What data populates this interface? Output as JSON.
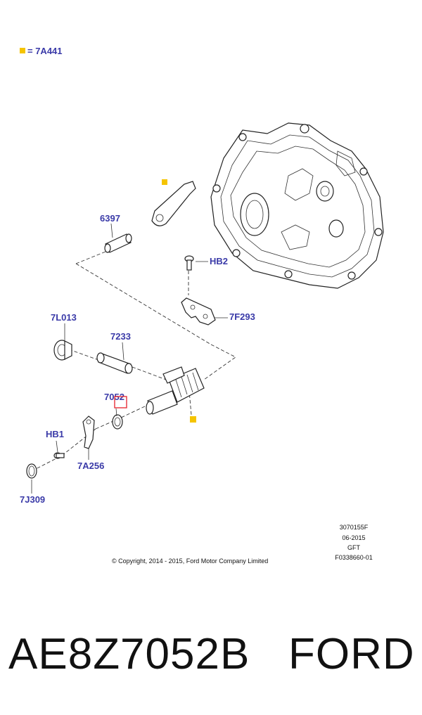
{
  "legend": {
    "marker_color": "#f5c400",
    "text": "= 7A441"
  },
  "labels": {
    "p6397": "6397",
    "hb2": "HB2",
    "p7f293": "7F293",
    "p7l013": "7L013",
    "p7233": "7233",
    "p7052": "7052",
    "hb1": "HB1",
    "p7a256": "7A256",
    "p7j309": "7J309"
  },
  "highlight_color": "#e8303a",
  "label_color": "#3a3aa8",
  "copyright": "© Copyright, 2014 - 2015, Ford Motor Company Limited",
  "info_block": [
    "3070155F",
    "06-2015",
    "GFT",
    "F0338660-01"
  ],
  "part_number": "AE8Z7052B",
  "brand": "FORD"
}
